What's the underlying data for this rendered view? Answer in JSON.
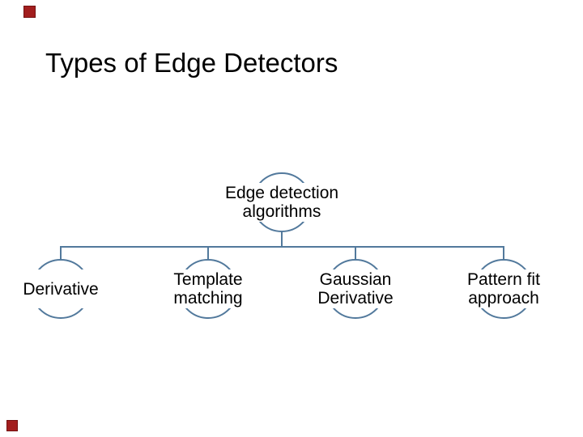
{
  "slide": {
    "title": "Types of Edge Detectors"
  },
  "diagram": {
    "root_label": "Edge detection\nalgorithms",
    "nodes": [
      {
        "label": "Derivative"
      },
      {
        "label": "Template\nmatching"
      },
      {
        "label": "Gaussian\nDerivative"
      },
      {
        "label": "Pattern fit\napproach"
      }
    ]
  },
  "colors": {
    "connector": "#52799c",
    "text": "#000000",
    "corner_marker": "#a21e1e",
    "corner_marker_border": "#741111",
    "background": "#ffffff"
  }
}
